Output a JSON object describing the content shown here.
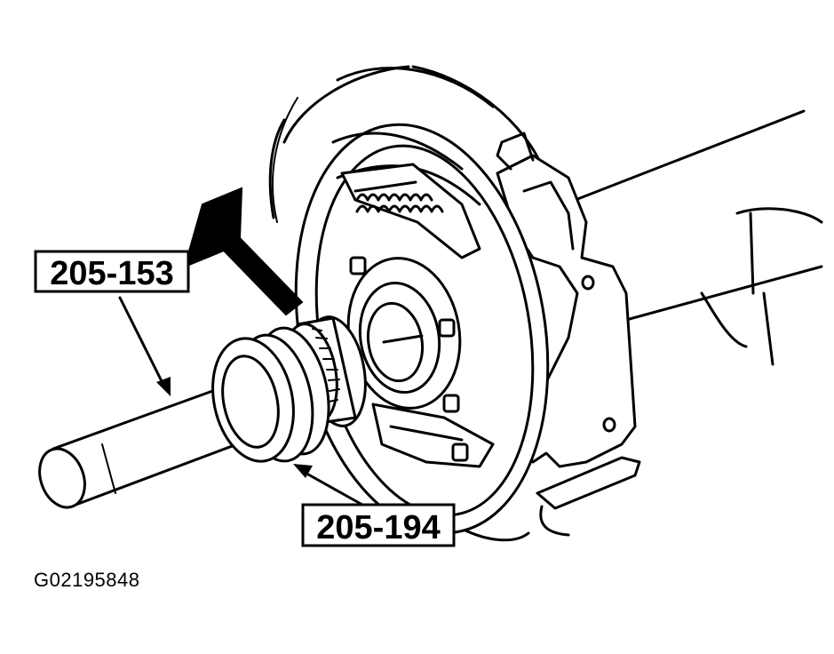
{
  "labels": {
    "tool_1": "205-153",
    "tool_2": "205-194"
  },
  "figure_id": "G02195848",
  "colors": {
    "line": "#000000",
    "background": "#ffffff"
  }
}
